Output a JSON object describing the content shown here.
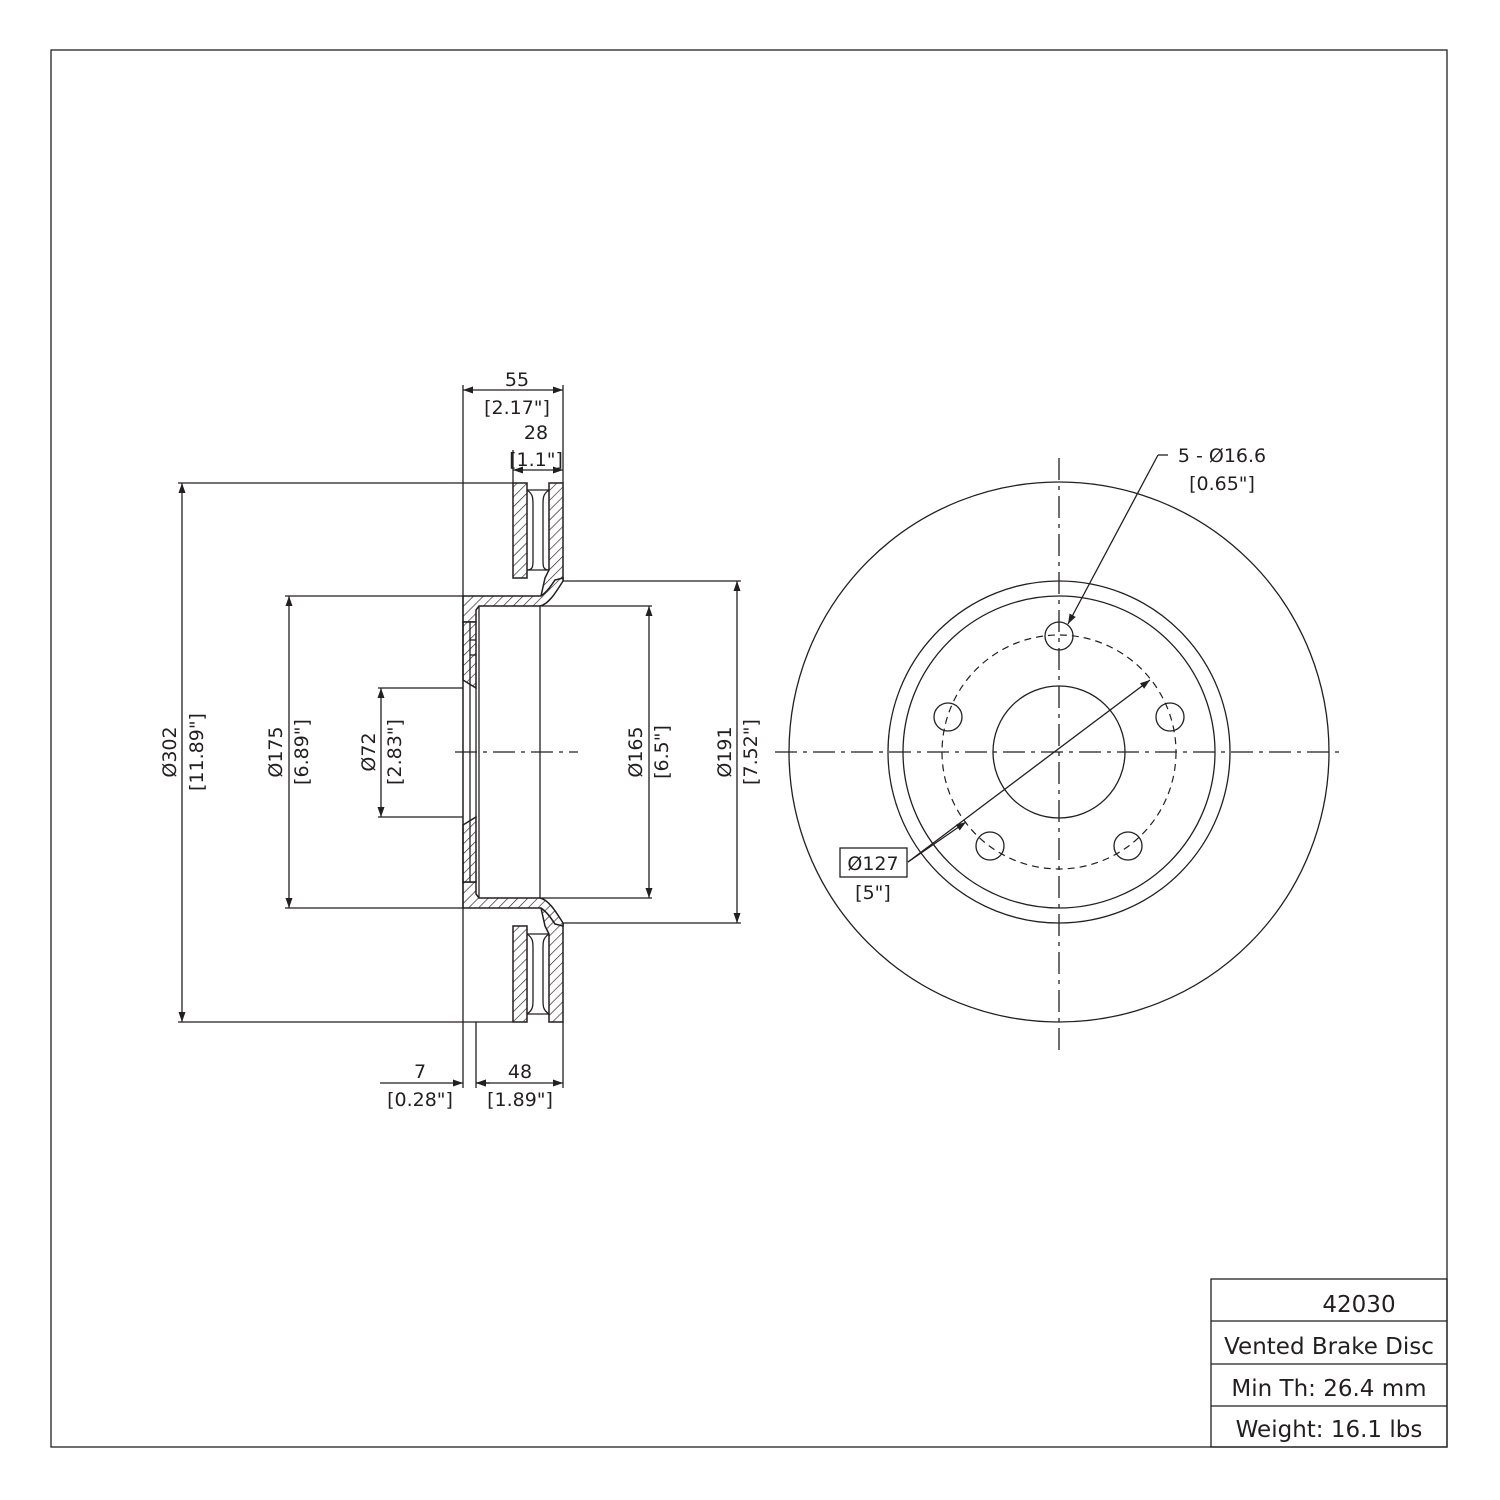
{
  "part_number": "42030",
  "title_block": {
    "description": "Vented Brake Disc",
    "min_thickness": "Min Th: 26.4 mm",
    "weight": "Weight: 16.1 lbs"
  },
  "dimensions": {
    "overall_height": {
      "mm": "55",
      "in": "[2.17\"]"
    },
    "friction_width": {
      "mm": "28",
      "in": "[1.1\"]"
    },
    "outer_diameter": {
      "mm": "Ø302",
      "in": "[11.89\"]"
    },
    "hat_diameter": {
      "mm": "Ø175",
      "in": "[6.89\"]"
    },
    "center_bore": {
      "mm": "Ø72",
      "in": "[2.83\"]"
    },
    "inner_hat_diameter": {
      "mm": "Ø165",
      "in": "[6.5\"]"
    },
    "inner_ring_diameter": {
      "mm": "Ø191",
      "in": "[7.52\"]"
    },
    "hat_thickness": {
      "mm": "7",
      "in": "[0.28\"]"
    },
    "hat_depth": {
      "mm": "48",
      "in": "[1.89\"]"
    },
    "bolt_holes": {
      "mm": "5 - Ø16.6",
      "in": "[0.65\"]"
    },
    "bolt_circle": {
      "mm": "Ø127",
      "in": "[5\"]"
    }
  }
}
